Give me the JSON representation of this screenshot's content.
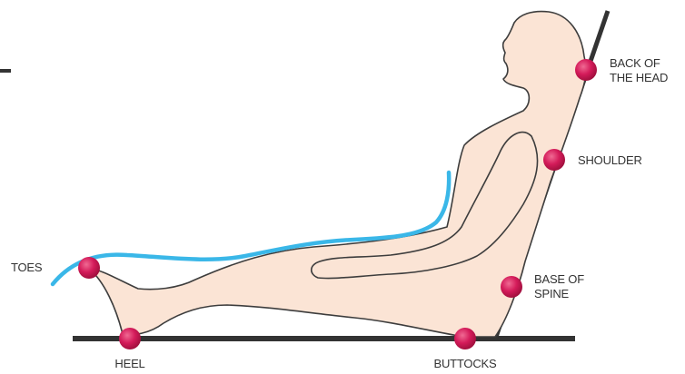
{
  "labels": {
    "back_of_head_line1": "BACK OF",
    "back_of_head_line2": "THE HEAD",
    "shoulder": "SHOULDER",
    "base_of_spine_line1": "BASE OF",
    "base_of_spine_line2": "SPINE",
    "toes": "TOES",
    "heel": "HEEL",
    "buttocks": "BUTTOCKS"
  },
  "colors": {
    "body_fill": "#fbe4d5",
    "body_outline": "#3d3d3d",
    "support_line": "#333333",
    "blanket_line": "#3ab7e8",
    "pressure_point": "#d41b5a",
    "label_text": "#333333"
  }
}
